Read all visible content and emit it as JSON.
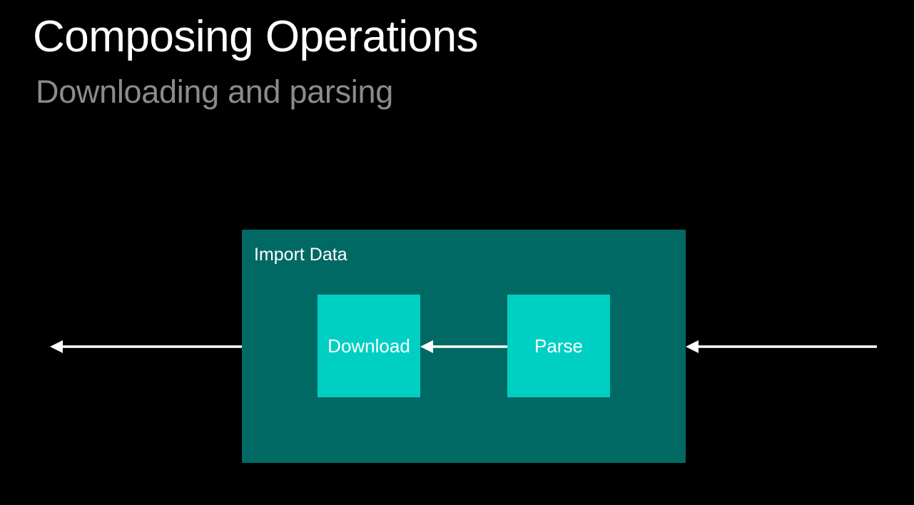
{
  "slide": {
    "title": "Composing Operations",
    "subtitle": "Downloading and parsing"
  },
  "diagram": {
    "container_label": "Import Data",
    "operations": {
      "download": "Download",
      "parse": "Parse"
    }
  },
  "colors": {
    "background": "#000000",
    "container": "#006964",
    "operation": "#00cfc4",
    "arrow": "#ffffff",
    "subtitle": "#8a8a8f"
  }
}
